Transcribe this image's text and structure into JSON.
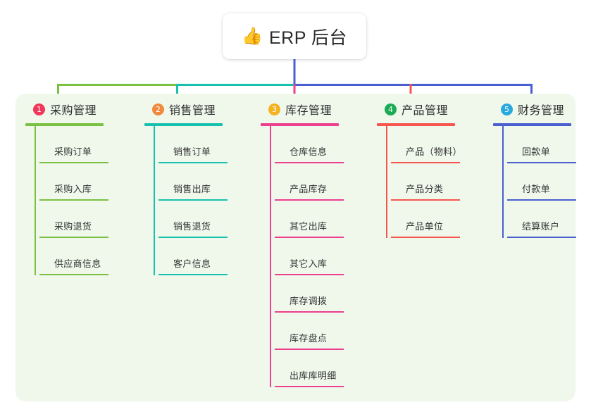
{
  "root": {
    "icon": "thumbs-up-icon",
    "emoji": "👍",
    "title": "ERP 后台"
  },
  "palette": {
    "panel_background": "#f0f8ec",
    "page_background": "#ffffff",
    "trunk": "#4a5fd0",
    "text": "#333333"
  },
  "columns": [
    {
      "index": "1",
      "badge_number": "1",
      "badge_color": "#f2385a",
      "line_color": "#7ac143",
      "title": "采购管理",
      "items": [
        {
          "label": "采购订单"
        },
        {
          "label": "采购入库"
        },
        {
          "label": "采购退货"
        },
        {
          "label": "供应商信息"
        }
      ]
    },
    {
      "index": "2",
      "badge_number": "2",
      "badge_color": "#f08a3c",
      "line_color": "#16c2ae",
      "title": "销售管理",
      "items": [
        {
          "label": "销售订单"
        },
        {
          "label": "销售出库"
        },
        {
          "label": "销售退货"
        },
        {
          "label": "客户信息"
        }
      ]
    },
    {
      "index": "3",
      "badge_number": "3",
      "badge_color": "#f5b324",
      "line_color": "#ec3f8e",
      "title": "库存管理",
      "items": [
        {
          "label": "仓库信息"
        },
        {
          "label": "产品库存"
        },
        {
          "label": "其它出库"
        },
        {
          "label": "其它入库"
        },
        {
          "label": "库存调拨"
        },
        {
          "label": "库存盘点"
        },
        {
          "label": "出库库明细"
        }
      ]
    },
    {
      "index": "4",
      "badge_number": "4",
      "badge_color": "#1aab54",
      "line_color": "#f7564e",
      "title": "产品管理",
      "items": [
        {
          "label": "产品（物料）"
        },
        {
          "label": "产品分类"
        },
        {
          "label": "产品单位"
        }
      ]
    },
    {
      "index": "5",
      "badge_number": "5",
      "badge_color": "#29a9e0",
      "line_color": "#4a5fd0",
      "title": "财务管理",
      "items": [
        {
          "label": "回款单"
        },
        {
          "label": "付款单"
        },
        {
          "label": "结算账户"
        }
      ]
    }
  ]
}
